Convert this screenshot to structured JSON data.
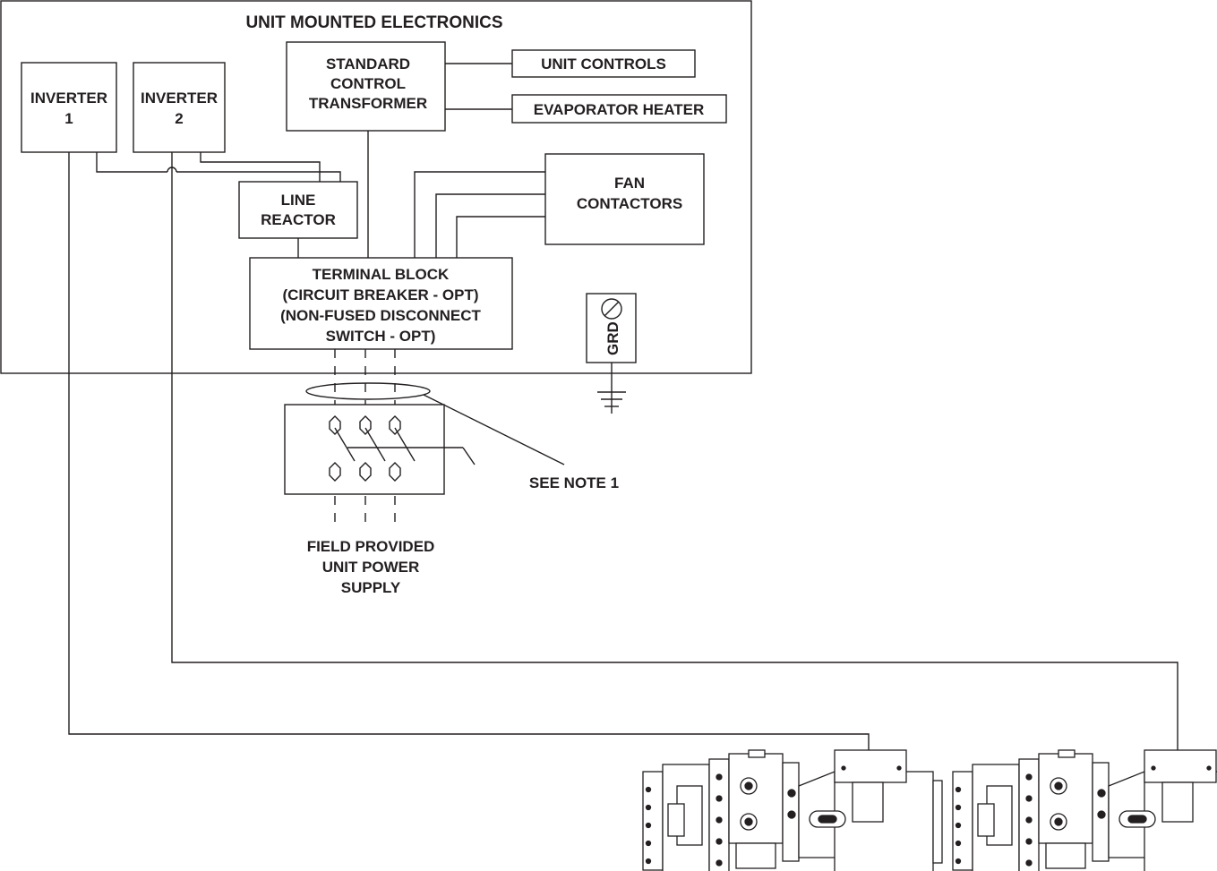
{
  "diagram": {
    "title": "UNIT MOUNTED ELECTRONICS",
    "inverter1": [
      "INVERTER",
      "1"
    ],
    "inverter2": [
      "INVERTER",
      "2"
    ],
    "transformer": [
      "STANDARD",
      "CONTROL",
      "TRANSFORMER"
    ],
    "unit_controls": "UNIT CONTROLS",
    "evaporator_heater": "EVAPORATOR HEATER",
    "line_reactor": [
      "LINE",
      "REACTOR"
    ],
    "fan_contactors": [
      "FAN",
      "CONTACTORS"
    ],
    "terminal_block": [
      "TERMINAL BLOCK",
      "(CIRCUIT BREAKER - OPT)",
      "(NON-FUSED DISCONNECT",
      "SWITCH - OPT)"
    ],
    "ground": "GRD",
    "note": "SEE NOTE 1",
    "power_supply": [
      "FIELD PROVIDED",
      "UNIT POWER",
      "SUPPLY"
    ]
  },
  "colors": {
    "line": "#231f20",
    "background": "#ffffff"
  }
}
